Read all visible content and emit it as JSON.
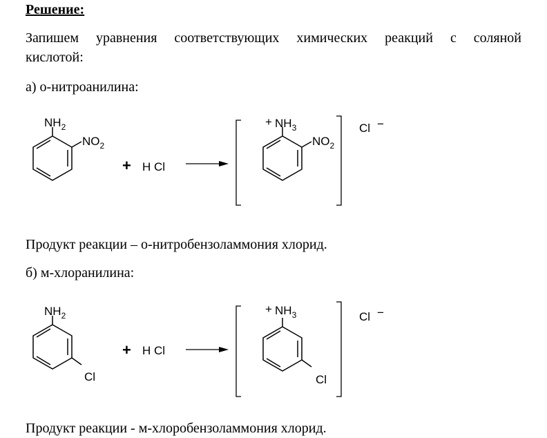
{
  "heading": "Решение:",
  "intro_line1": "Запишем уравнения соответствующих химических реакций с соляной",
  "intro_line2": "кислотой:",
  "part_a": {
    "label": "а) о-нитроанилина:",
    "product": "Продукт реакции – о-нитробензоламмония хлорид."
  },
  "part_b": {
    "label": "б) м-хлоранилина:",
    "product": "Продукт реакции - м-хлоробензоламмония хлорид."
  },
  "scheme": {
    "amine_symbol": "NH",
    "amine_sub": "2",
    "ammonium_symbol": "NH",
    "ammonium_sub": "3",
    "plus_charge": "+",
    "nitro_symbol": "NO",
    "nitro_sub": "2",
    "chloro": "Cl",
    "plus_sign": "+",
    "reagent": "H Cl",
    "counter_ion": "Cl",
    "minus_charge": "−"
  }
}
